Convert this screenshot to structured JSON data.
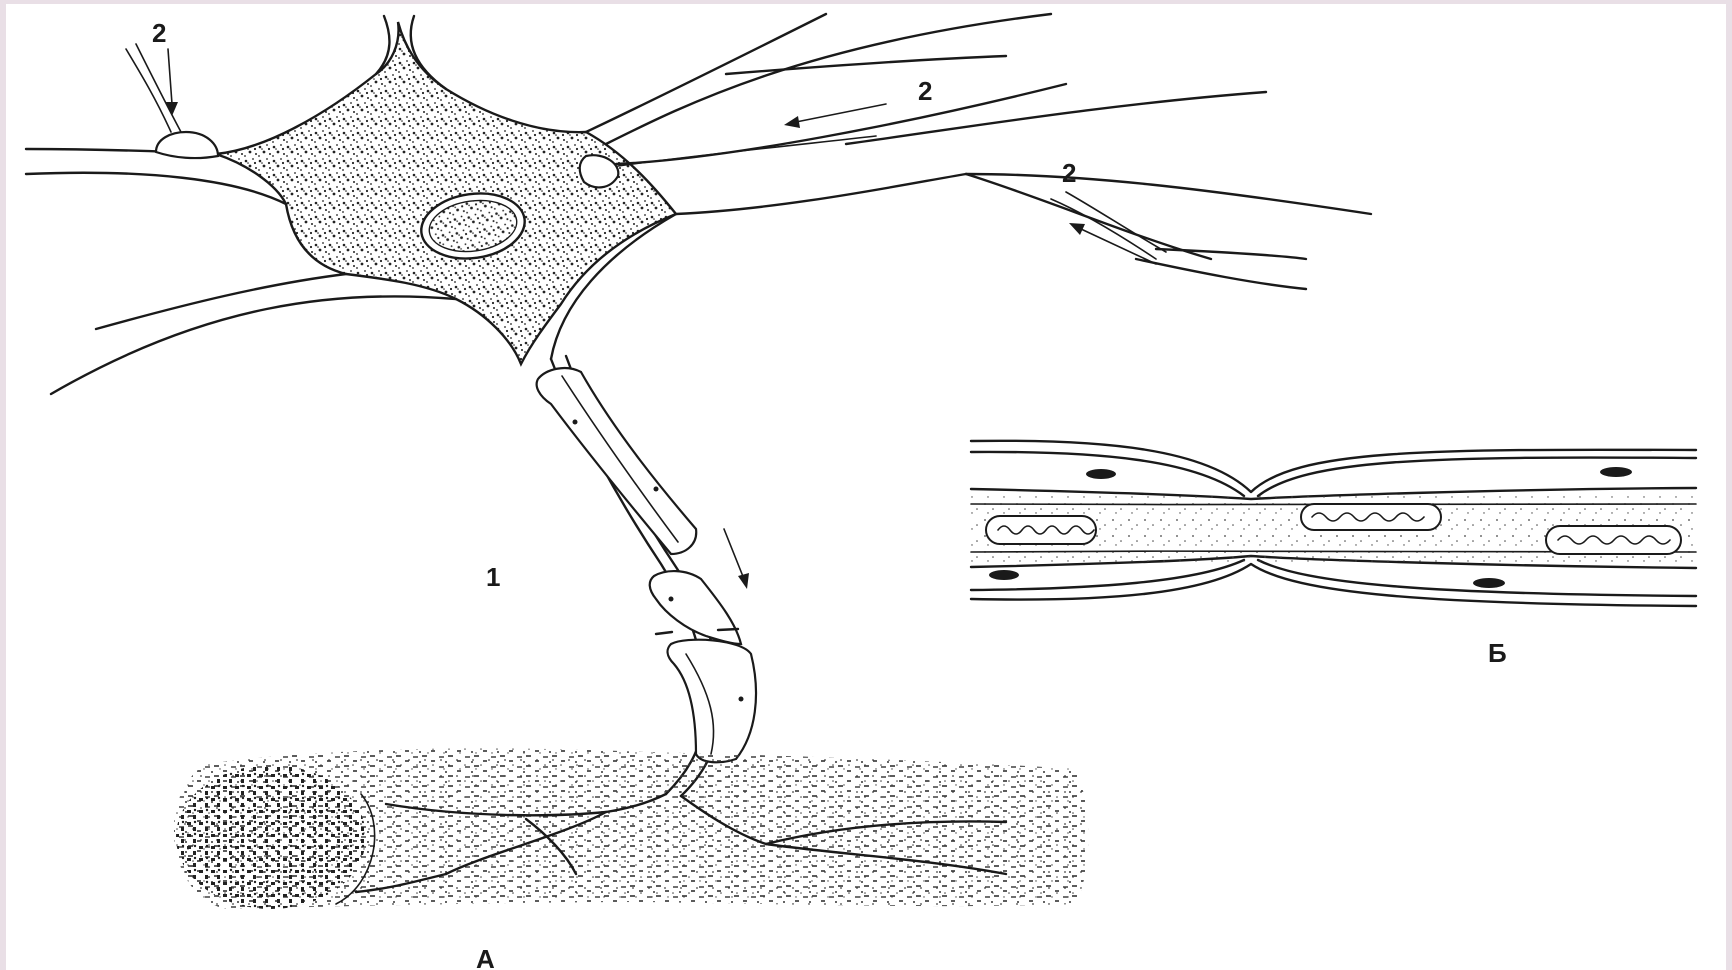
{
  "labels": {
    "synapse_top_left": "2",
    "synapse_top_right": "2",
    "synapse_right": "2",
    "axon": "1",
    "panel_a": "А",
    "panel_b": "Б"
  }
}
